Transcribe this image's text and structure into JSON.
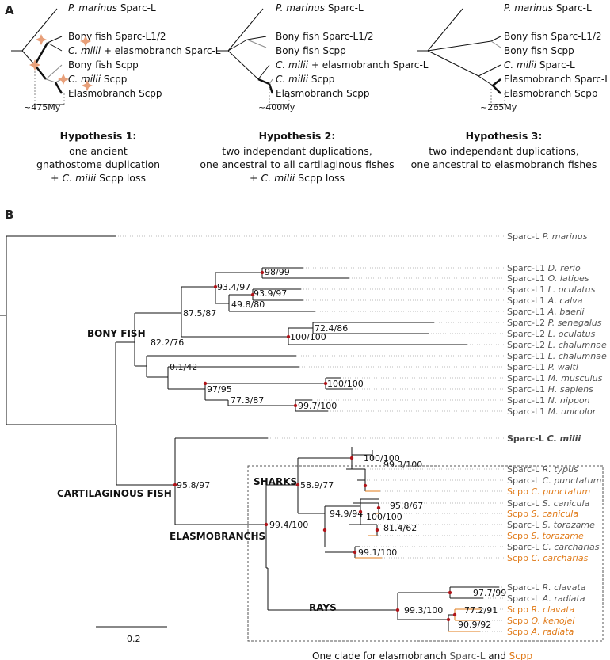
{
  "panel_a": {
    "letter": "A",
    "hypotheses": [
      {
        "leaves": [
          {
            "italic": "P. marinus",
            "rest": " Sparc-L",
            "grey": false
          },
          {
            "italic": "",
            "rest": "Bony fish Sparc-L1/2",
            "grey": false
          },
          {
            "italic": "C. milii",
            "rest": " + elasmobranch Sparc-L",
            "grey": false
          },
          {
            "italic": "",
            "rest": "Bony fish Scpp",
            "grey": true
          },
          {
            "italic": "C. milii",
            "rest": " Scpp",
            "grey": true
          },
          {
            "italic": "",
            "rest": "Elasmobranch Scpp",
            "grey": false
          }
        ],
        "time": "~475My",
        "title": "Hypothesis 1:",
        "lines": [
          {
            "pre": "one ancient",
            "italic": "",
            "post": ""
          },
          {
            "pre": "gnathostome duplication",
            "italic": "",
            "post": ""
          },
          {
            "pre": "+ ",
            "italic": "C. milii",
            "post": " Scpp loss"
          }
        ]
      },
      {
        "leaves": [
          {
            "italic": "P. marinus",
            "rest": " Sparc-L",
            "grey": false
          },
          {
            "italic": "",
            "rest": "Bony fish Sparc-L1/2",
            "grey": false
          },
          {
            "italic": "",
            "rest": "Bony fish Scpp",
            "grey": true
          },
          {
            "italic": "C. milii",
            "rest": " + elasmobranch Sparc-L",
            "grey": false
          },
          {
            "italic": "C. milii",
            "rest": " Scpp",
            "grey": true
          },
          {
            "italic": "",
            "rest": "Elasmobranch Scpp",
            "grey": false
          }
        ],
        "time": "~400My",
        "title": "Hypothesis 2:",
        "lines": [
          {
            "pre": "two independant duplications,",
            "italic": "",
            "post": ""
          },
          {
            "pre": "one ancestral to all cartilaginous fishes",
            "italic": "",
            "post": ""
          },
          {
            "pre": "+ ",
            "italic": "C. milii",
            "post": " Scpp loss"
          }
        ]
      },
      {
        "leaves": [
          {
            "italic": "P. marinus",
            "rest": " Sparc-L",
            "grey": false
          },
          {
            "italic": "",
            "rest": "Bony fish Sparc-L1/2",
            "grey": false
          },
          {
            "italic": "",
            "rest": "Bony fish Scpp",
            "grey": true
          },
          {
            "italic": "C. milii",
            "rest": " Sparc-L",
            "grey": false
          },
          {
            "italic": "",
            "rest": "Elasmobranch Sparc-L",
            "grey": false
          },
          {
            "italic": "",
            "rest": "Elasmobranch Scpp",
            "grey": false
          }
        ],
        "time": "~265My",
        "title": "Hypothesis 3:",
        "lines": [
          {
            "pre": "two independant duplications,",
            "italic": "",
            "post": ""
          },
          {
            "pre": "one ancestral to elasmobranch fishes",
            "italic": "",
            "post": ""
          }
        ]
      }
    ]
  },
  "panel_b": {
    "letter": "B",
    "tips": [
      {
        "gene": "Sparc-L",
        "species": "P. marinus",
        "scpp": false,
        "bold": false
      },
      {
        "gene": "Sparc-L1",
        "species": "D. rerio",
        "scpp": false,
        "bold": false
      },
      {
        "gene": "Sparc-L1",
        "species": "O. latipes",
        "scpp": false,
        "bold": false
      },
      {
        "gene": "Sparc-L1",
        "species": "L. oculatus",
        "scpp": false,
        "bold": false
      },
      {
        "gene": "Sparc-L1",
        "species": "A. calva",
        "scpp": false,
        "bold": false
      },
      {
        "gene": "Sparc-L1",
        "species": "A. baerii",
        "scpp": false,
        "bold": false
      },
      {
        "gene": "Sparc-L2",
        "species": "P. senegalus",
        "scpp": false,
        "bold": false
      },
      {
        "gene": "Sparc-L2",
        "species": "L. oculatus",
        "scpp": false,
        "bold": false
      },
      {
        "gene": "Sparc-L2",
        "species": "L. chalumnae",
        "scpp": false,
        "bold": false
      },
      {
        "gene": "Sparc-L1",
        "species": "L. chalumnae",
        "scpp": false,
        "bold": false
      },
      {
        "gene": "Sparc-L1",
        "species": "P. waltl",
        "scpp": false,
        "bold": false
      },
      {
        "gene": "Sparc-L1",
        "species": "M. musculus",
        "scpp": false,
        "bold": false
      },
      {
        "gene": "Sparc-L1",
        "species": "H. sapiens",
        "scpp": false,
        "bold": false
      },
      {
        "gene": "Sparc-L1",
        "species": "N. nippon",
        "scpp": false,
        "bold": false
      },
      {
        "gene": "Sparc-L1",
        "species": "M. unicolor",
        "scpp": false,
        "bold": false
      },
      {
        "gene": "Sparc-L",
        "species": "C. milii",
        "scpp": false,
        "bold": true
      },
      {
        "gene": "Sparc-L",
        "species": "R. typus",
        "scpp": false,
        "bold": false
      },
      {
        "gene": "Sparc-L",
        "species": "C. punctatum",
        "scpp": false,
        "bold": false
      },
      {
        "gene": "Scpp",
        "species": "C. punctatum",
        "scpp": true,
        "bold": false
      },
      {
        "gene": "Sparc-L",
        "species": "S. canicula",
        "scpp": false,
        "bold": false
      },
      {
        "gene": "Scpp",
        "species": "S. canicula",
        "scpp": true,
        "bold": false
      },
      {
        "gene": "Sparc-L",
        "species": "S. torazame",
        "scpp": false,
        "bold": false
      },
      {
        "gene": "Scpp",
        "species": "S. torazame",
        "scpp": true,
        "bold": false
      },
      {
        "gene": "Sparc-L",
        "species": "C. carcharias",
        "scpp": false,
        "bold": false
      },
      {
        "gene": "Scpp",
        "species": "C. carcharias",
        "scpp": true,
        "bold": false
      },
      {
        "gene": "Sparc-L",
        "species": "R. clavata",
        "scpp": false,
        "bold": false
      },
      {
        "gene": "Sparc-L",
        "species": "A. radiata",
        "scpp": false,
        "bold": false
      },
      {
        "gene": "Scpp",
        "species": "R. clavata",
        "scpp": true,
        "bold": false
      },
      {
        "gene": "Scpp",
        "species": "O. kenojei",
        "scpp": true,
        "bold": false
      },
      {
        "gene": "Scpp",
        "species": "A. radiata",
        "scpp": true,
        "bold": false
      }
    ],
    "support": [
      "98/99",
      "93.4/97",
      "93.9/97",
      "49.8/80",
      "87.5/87",
      "72.4/86",
      "100/100",
      "82.2/76",
      "0.1/42",
      "97/95",
      "100/100",
      "77.3/87",
      "99.7/100",
      "95.8/97",
      "100/100",
      "99.3/100",
      "58.9/77",
      "95.8/67",
      "100/100",
      "81.4/62",
      "94.9/94",
      "99.1/100",
      "99.4/100",
      "97.7/99",
      "99.3/100",
      "77.2/91",
      "90.9/92"
    ],
    "groups": {
      "bony": "BONY FISH",
      "cart": "CARTILAGINOUS FISH",
      "sharks": "SHARKS",
      "elasmo": "ELASMOBRANCHS",
      "rays": "RAYS"
    },
    "scale": "0.2",
    "footer": {
      "pre": "One clade for elasmobranch ",
      "sparc": "Sparc-L",
      "and": " and ",
      "scpp": "Scpp"
    }
  },
  "colors": {
    "black": "#111111",
    "grey": "#8a8a8a",
    "orange": "#e07b1a",
    "node_red": "#b0151a",
    "star": "#e8a07a",
    "tip_line": "#bbbbbb"
  }
}
